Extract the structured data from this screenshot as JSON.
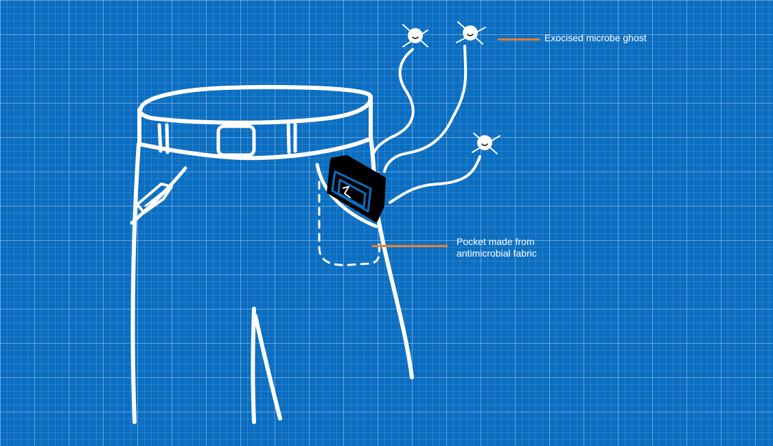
{
  "labels": {
    "microbe": "Exocised microbe ghost",
    "pocket_line1": "Pocket made from",
    "pocket_line2": "antimicrobial fabric"
  },
  "colors": {
    "background": "#0b6ec1",
    "leader": "#f07c2a",
    "stroke": "#ffffff"
  }
}
